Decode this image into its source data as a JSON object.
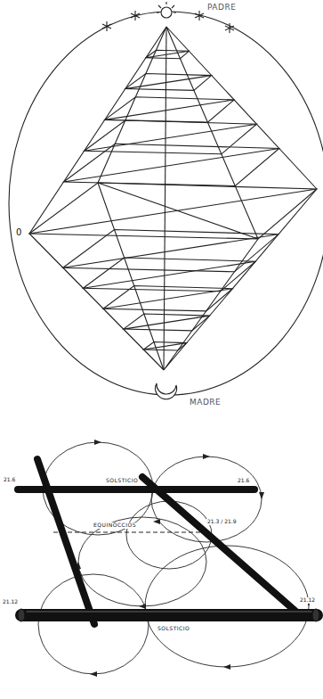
{
  "diagram": {
    "labels": [
      "PADRE",
      "0",
      "MADRE",
      "21.6",
      "SOLSTICIO",
      "21.6",
      "EQUINOCCIOS",
      "21.3 / 21.9",
      "21.12",
      "SOLSTICIO",
      "21.12"
    ]
  }
}
